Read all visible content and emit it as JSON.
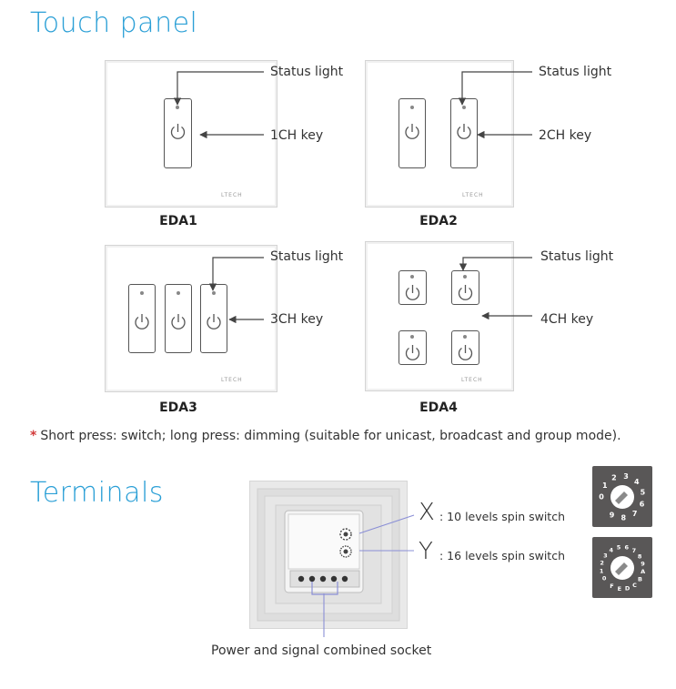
{
  "touch_panel": {
    "title": "Touch panel",
    "panels": [
      {
        "name": "EDA1",
        "status_label": "Status light",
        "key_label": "1CH key",
        "brand": "LTECH"
      },
      {
        "name": "EDA2",
        "status_label": "Status light",
        "key_label": "2CH key",
        "brand": "LTECH"
      },
      {
        "name": "EDA3",
        "status_label": "Status light",
        "key_label": "3CH key",
        "brand": "LTECH"
      },
      {
        "name": "EDA4",
        "status_label": "Status light",
        "key_label": "4CH key",
        "brand": "LTECH"
      }
    ],
    "note_star": "*",
    "note": "Short press: switch; long press: dimming (suitable for unicast, broadcast and group mode)."
  },
  "terminals": {
    "title": "Terminals",
    "x_letter": "X",
    "x_desc": ": 10 levels spin switch",
    "y_letter": "Y",
    "y_desc": ": 16 levels spin switch",
    "socket_label": "Power and signal combined socket",
    "dial10_digits": [
      "0",
      "1",
      "2",
      "3",
      "4",
      "5",
      "6",
      "7",
      "8",
      "9"
    ],
    "dial16_digits": [
      "0",
      "1",
      "2",
      "3",
      "4",
      "5",
      "6",
      "7",
      "8",
      "9",
      "A",
      "B",
      "C",
      "D",
      "E",
      "F"
    ]
  },
  "colors": {
    "title": "#2a9fd6",
    "star": "#d23a3a",
    "dial_bg": "#595757"
  }
}
